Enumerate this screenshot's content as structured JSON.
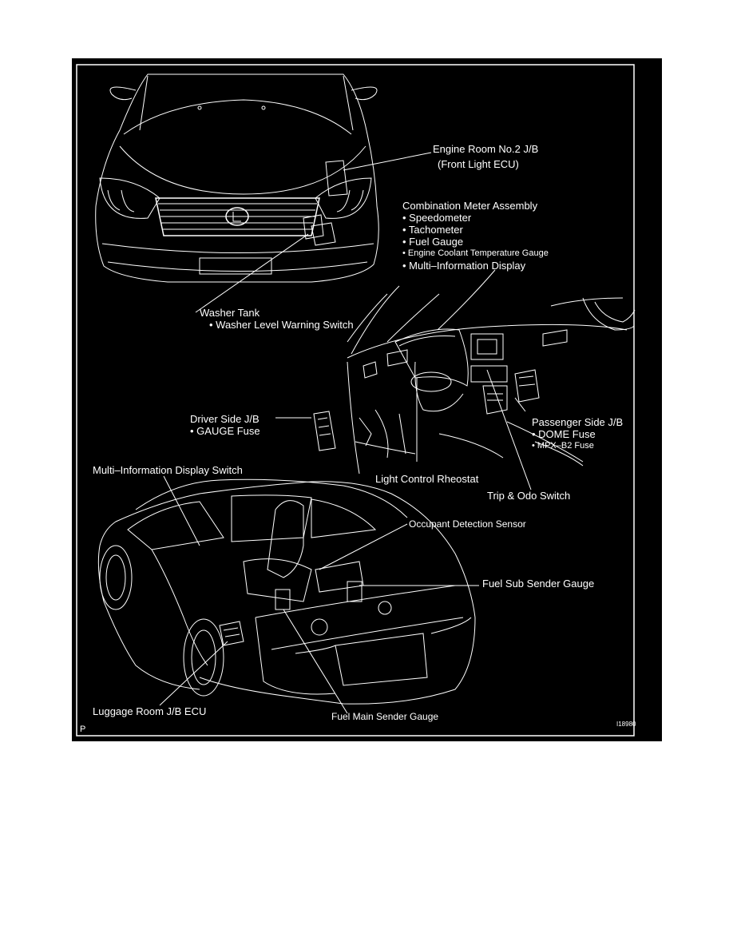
{
  "figure": {
    "colors": {
      "background": "#000000",
      "lines": "#ffffff"
    },
    "labels": {
      "engine_room_jb": "Engine Room No.2 J/B",
      "front_light_ecu": "(Front Light ECU)",
      "combination_meter": {
        "title": "Combination Meter Assembly",
        "items": [
          "• Speedometer",
          "• Tachometer",
          "• Fuel Gauge",
          "• Engine Coolant Temperature Gauge",
          "• Multi–Information Display"
        ]
      },
      "washer_tank": {
        "title": "Washer Tank",
        "items": [
          "•   Washer Level Warning Switch"
        ]
      },
      "driver_side_jb": {
        "title": "Driver Side J/B",
        "items": [
          "•   GAUGE Fuse"
        ]
      },
      "passenger_side_jb": {
        "title": "Passenger Side J/B",
        "items": [
          "• DOME Fuse",
          "• MPX–B2 Fuse"
        ]
      },
      "light_control_rheostat": "Light Control Rheostat",
      "trip_odo_switch": "Trip & Odo Switch",
      "multi_info_display_switch": "Multi–Information Display Switch",
      "occupant_detection_sensor": "Occupant Detection Sensor",
      "fuel_sub_sender_gauge": "Fuel Sub Sender Gauge",
      "luggage_room_jb_ecu": "Luggage Room J/B ECU",
      "fuel_main_sender_gauge": "Fuel Main Sender Gauge",
      "corner_p": "P",
      "figure_id": "I18980"
    }
  }
}
